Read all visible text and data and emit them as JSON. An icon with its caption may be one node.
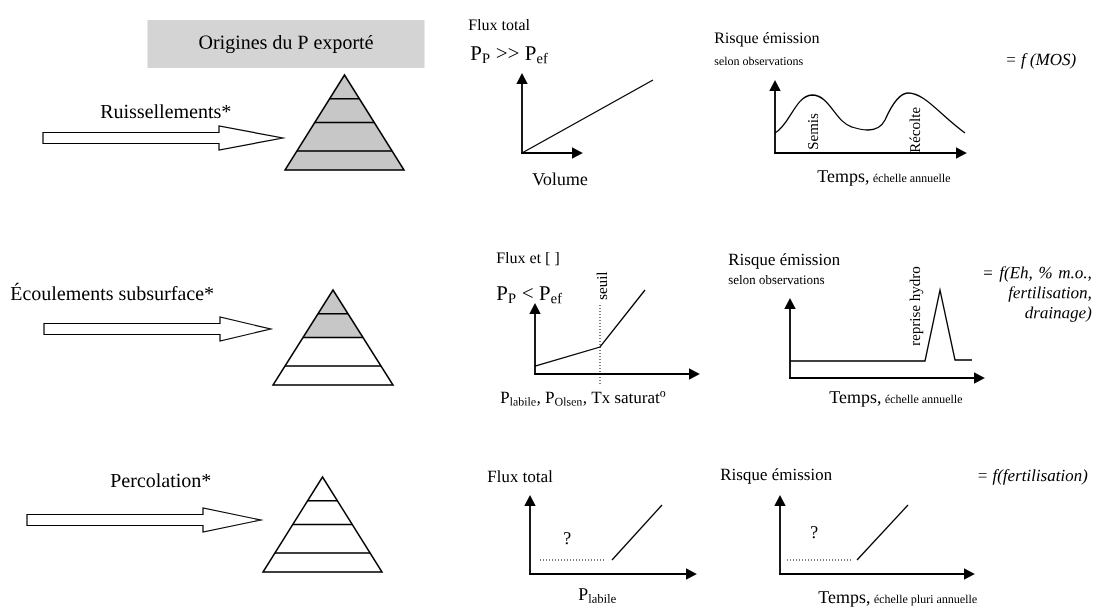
{
  "diagram": {
    "nodes": [
      {
        "text": [
          "Origines du P exporté"
        ]
      },
      {
        "text": [],
        "shape": "triangle"
      },
      {
        "text": [],
        "shape": "triangle"
      },
      {
        "text": [],
        "shape": "triangle"
      }
    ],
    "edges": [
      {
        "from": null,
        "to": 1,
        "arrow": "to",
        "label": "Ruissellements*"
      },
      {
        "from": null,
        "to": 2,
        "arrow": "to",
        "label": "Écoulements subsurface*"
      },
      {
        "from": null,
        "to": 3,
        "arrow": "to",
        "label": "Percolation*"
      }
    ],
    "labels": [
      "Flux total",
      "P$_{P}$ >> P$_{ef}$",
      "Volume",
      "Risque émission",
      "selon observations",
      "= f (MOS)",
      "Semis",
      "Récolte",
      "Temps,",
      "échelle annuelle",
      "Flux et [ ]",
      "P$_{P}$ < P$_{ef}$",
      "seuil",
      "P$_{labile}$, P$_{Olsen}$, Tx saturat$^{o}$",
      "Risque émission",
      "selon observations",
      "reprise hydro",
      "= f(Eh, % m.o., fertilisation, drainage)",
      "Temps,",
      "échelle annuelle",
      "Flux total",
      "?",
      "P$_{labile}$",
      "Risque émission",
      "= f(fertilisation)",
      "?",
      "Temps,",
      "échelle pluri annuelle"
    ]
  }
}
